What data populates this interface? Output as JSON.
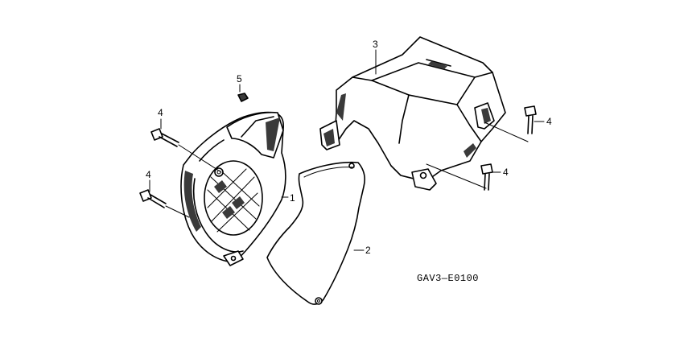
{
  "diagram": {
    "callouts": {
      "part1": "1",
      "part2": "2",
      "part3": "3",
      "part4_a": "4",
      "part4_b": "4",
      "part4_c": "4",
      "part4_d": "4",
      "part5": "5"
    },
    "figure_code": "GAV3—E0100"
  }
}
